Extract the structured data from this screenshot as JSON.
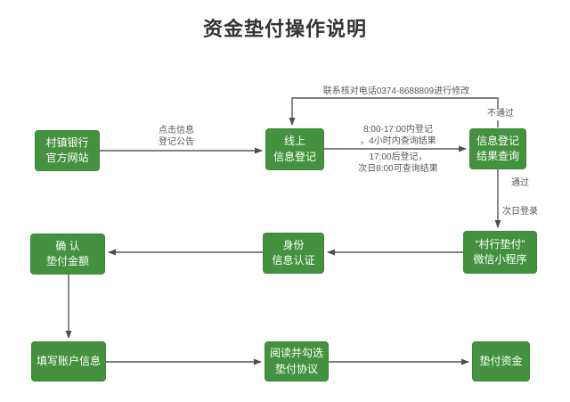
{
  "title": "资金垫付操作说明",
  "colors": {
    "node_fill": "#44923f",
    "node_border": "#3b8636",
    "node_text": "#ffffff",
    "connector": "#595959",
    "label_text": "#595959",
    "title_text": "#333333"
  },
  "nodes": {
    "bank_website": "村镇银行\n官方网站",
    "online_registration": "线上\n信息登记",
    "result_query": "信息登记\n结果查询",
    "confirm_amount": "确 认\n垫付金额",
    "identity_auth": "身份\n信息认证",
    "mini_program": "“村行垫付”\n微信小程序",
    "fill_account": "填写账户信息",
    "read_agreement": "阅读并勾选\n垫付协议",
    "advance_funds": "垫付资金"
  },
  "edge_labels": {
    "click_notice": "点击信息\n登记公告",
    "register_daytime": "8:00-17:00内登记\n，4小时内查询结果",
    "register_evening": "17:00后登记，\n次日8:00可查询结果",
    "contact_modify": "联系核对电话0374-8688809进行修改",
    "not_passed": "不通过",
    "passed": "通过",
    "next_day_login": "次日登录"
  }
}
